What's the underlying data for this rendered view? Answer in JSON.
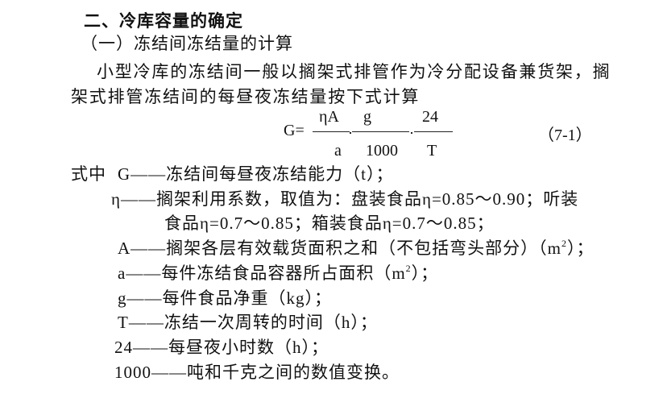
{
  "section_title": "二、冷库容量的确定",
  "subsection_title": "（一）冻结间冻结量的计算",
  "paragraph": {
    "line1": "小型冷库的冻结间一般以搁架式排管作为冷分配设备兼货架，搁",
    "line2": "架式排管冻结间的每昼夜冻结量按下式计算"
  },
  "formula": {
    "lhs": "G=",
    "num1": "ηA",
    "den1": "a",
    "num2": "g",
    "den2": "1000",
    "num3": "24",
    "den3": "T",
    "label": "（7-1）"
  },
  "definitions": {
    "intro": "式中",
    "G": "G——冻结间每昼夜冻结能力（t）；",
    "eta_1": "η——搁架利用系数，取值为：盘装食品η=0.85～0.90；听装",
    "eta_2": "食品η=0.7～0.85；箱装食品η=0.7～0.85；",
    "A": "A——搁架各层有效载货面积之和（不包括弯头部分）（m",
    "A_sup": "2",
    "A_end": "）；",
    "a": "a——每件冻结食品容器所占面积（m",
    "a_sup": "2",
    "a_end": "）；",
    "g": "g——每件食品净重（kg）；",
    "T": "T——冻结一次周转的时间（h）；",
    "h24": "24——每昼夜小时数（h）；",
    "h1000": "1000——吨和千克之间的数值变换。"
  }
}
